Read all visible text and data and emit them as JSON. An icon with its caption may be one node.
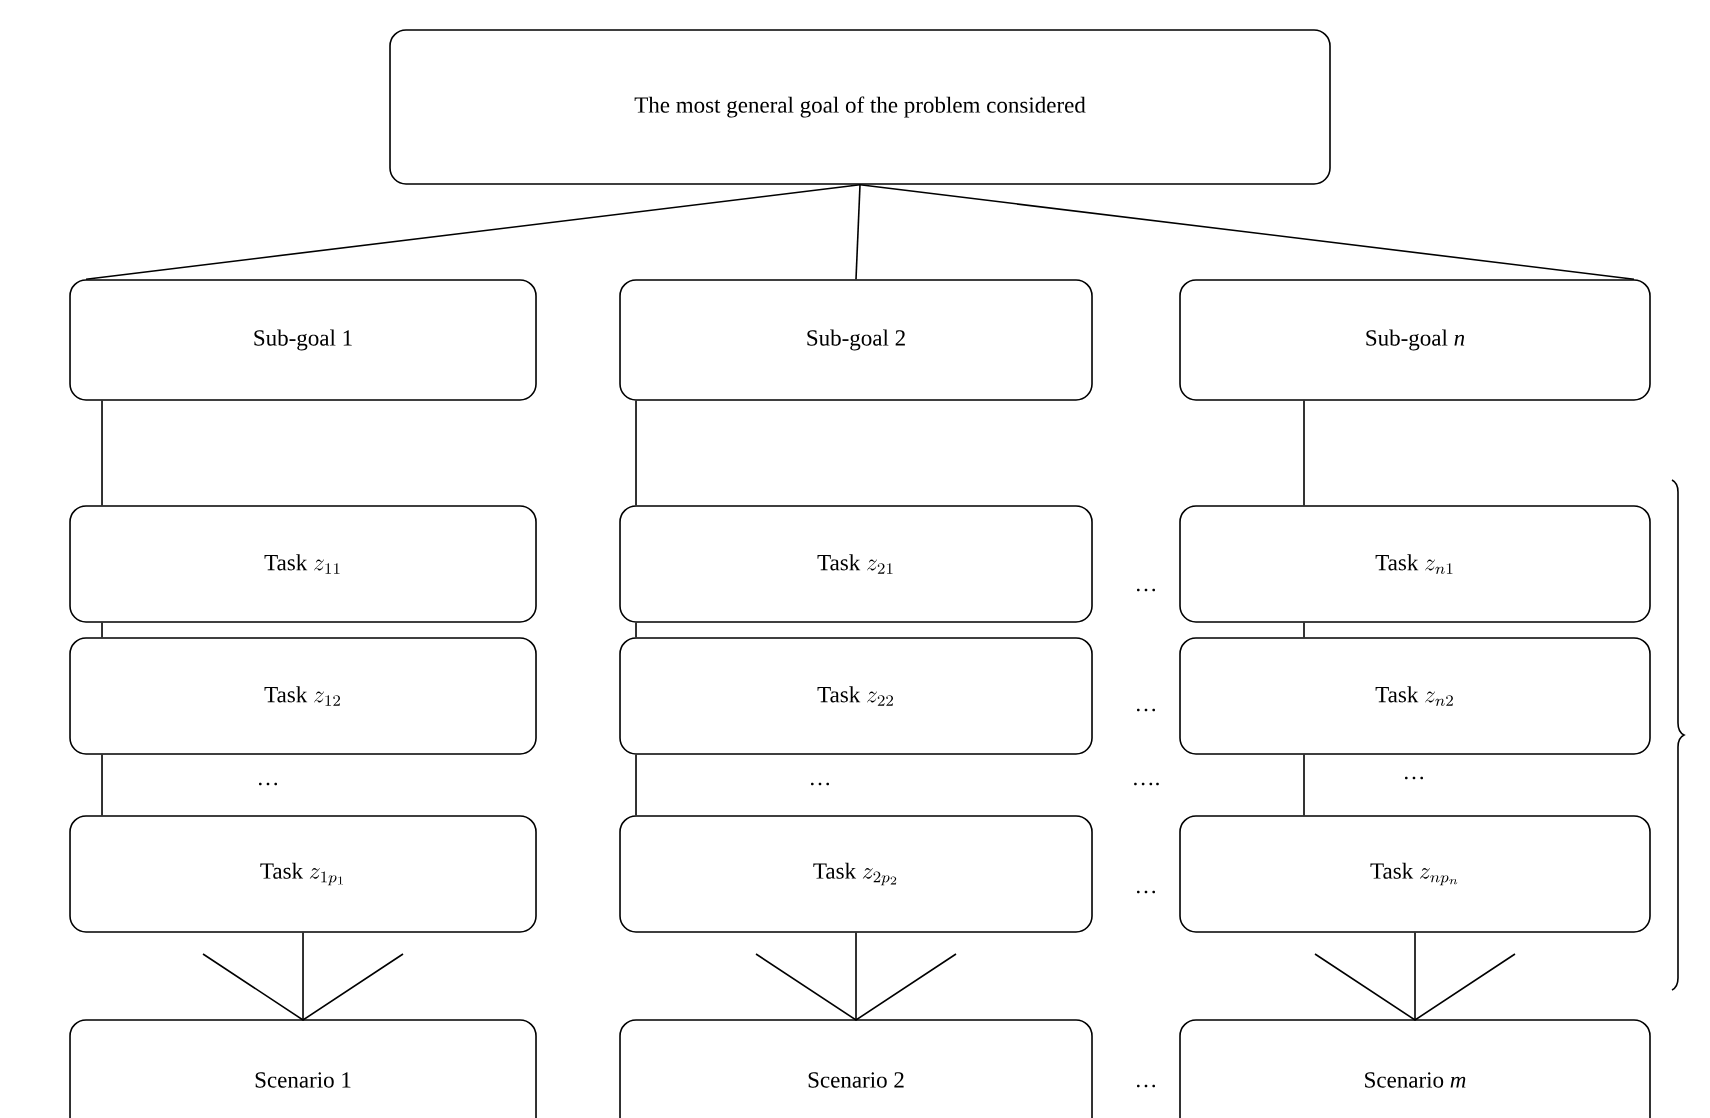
{
  "diagram": {
    "nodes": [
      {
        "text": [
          "The most general goal of the problem considered"
        ]
      },
      {
        "text": [
          "Sub-goal 1"
        ]
      },
      {
        "text": [
          "Sub-goal 2"
        ]
      },
      {
        "text": [
          "Sub-goal *n*"
        ]
      },
      {
        "text": [
          "\\text{Task }z_{11}"
        ]
      },
      {
        "text": [
          "\\text{Task }z_{21}"
        ]
      },
      {
        "text": [
          "\\text{Task }z_{n1}"
        ]
      },
      {
        "text": [
          "\\text{Task }z_{12}"
        ]
      },
      {
        "text": [
          "\\text{Task }z_{22}"
        ]
      },
      {
        "text": [
          "\\text{Task }z_{n2}"
        ]
      },
      {
        "text": [
          "\\text{Task }z_{1p_1}"
        ]
      },
      {
        "text": [
          "\\text{Task }z_{2p_2}"
        ]
      },
      {
        "text": [
          "\\text{Task }z_{np_n}"
        ]
      },
      {
        "text": [
          "Scenario 1"
        ]
      },
      {
        "text": [
          "Scenario 2"
        ]
      },
      {
        "text": [
          "Scenario *m*"
        ]
      }
    ],
    "edges": [
      {
        "from": 0,
        "to": 1,
        "arrow": "none"
      },
      {
        "from": 0,
        "to": 2,
        "arrow": "none"
      },
      {
        "from": 0,
        "to": 3,
        "arrow": "none"
      },
      {
        "from": 1,
        "to": 4,
        "arrow": "none"
      },
      {
        "from": 4,
        "to": 7,
        "arrow": "none"
      },
      {
        "from": 7,
        "to": 10,
        "arrow": "none"
      },
      {
        "from": 2,
        "to": 5,
        "arrow": "none"
      },
      {
        "from": 5,
        "to": 8,
        "arrow": "none"
      },
      {
        "from": 8,
        "to": 11,
        "arrow": "none"
      },
      {
        "from": 3,
        "to": 6,
        "arrow": "none"
      },
      {
        "from": 6,
        "to": 9,
        "arrow": "none"
      },
      {
        "from": 9,
        "to": 12,
        "arrow": "none"
      },
      {
        "from": 10,
        "to": 13,
        "arrow": "none"
      },
      {
        "from": 11,
        "to": 14,
        "arrow": "none"
      },
      {
        "from": 12,
        "to": 15,
        "arrow": "none"
      }
    ],
    "labels": [
      "…",
      "…",
      "…",
      "…",
      "….",
      "…",
      "…",
      "…"
    ]
  }
}
